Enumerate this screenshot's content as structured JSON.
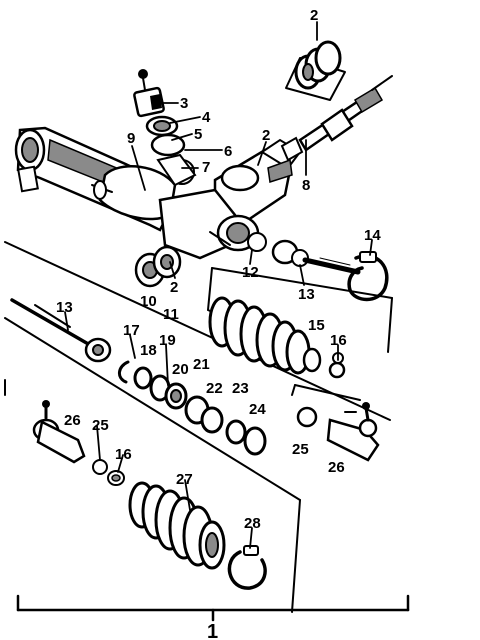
{
  "callouts": {
    "c1": "1",
    "c2a": "2",
    "c2b": "2",
    "c2c": "2",
    "c3": "3",
    "c4": "4",
    "c5": "5",
    "c6": "6",
    "c7": "7",
    "c8": "8",
    "c9": "9",
    "c10": "10",
    "c11": "11",
    "c12": "12",
    "c13a": "13",
    "c13b": "13",
    "c14": "14",
    "c15": "15",
    "c16a": "16",
    "c16b": "16",
    "c17": "17",
    "c18": "18",
    "c19": "19",
    "c20": "20",
    "c21": "21",
    "c22": "22",
    "c23": "23",
    "c24": "24",
    "c25a": "25",
    "c25b": "25",
    "c26a": "26",
    "c26b": "26",
    "c27": "27",
    "c28": "28"
  },
  "colors": {
    "ink": "#000000",
    "paper": "#ffffff",
    "shade": "#8a8a8a"
  }
}
